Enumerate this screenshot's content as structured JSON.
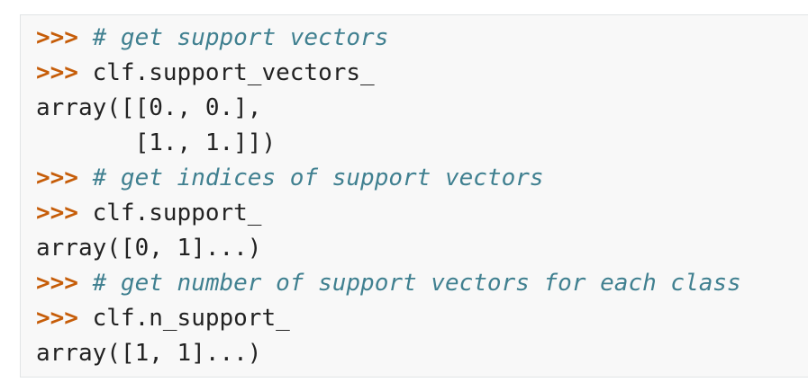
{
  "code": {
    "prompt": ">>>",
    "lines": [
      {
        "type": "comment",
        "text": "# get support vectors"
      },
      {
        "type": "input",
        "text": "clf.support_vectors_"
      },
      {
        "type": "output",
        "text": "array([[0., 0.],"
      },
      {
        "type": "output",
        "text": "       [1., 1.]])"
      },
      {
        "type": "comment",
        "text": "# get indices of support vectors"
      },
      {
        "type": "input",
        "text": "clf.support_"
      },
      {
        "type": "output",
        "text": "array([0, 1]...)"
      },
      {
        "type": "comment",
        "text": "# get number of support vectors for each class"
      },
      {
        "type": "input",
        "text": "clf.n_support_"
      },
      {
        "type": "output",
        "text": "array([1, 1]...)"
      }
    ]
  },
  "colors": {
    "prompt": "#c65d09",
    "comment": "#408090",
    "text": "#222222",
    "background": "#f8f8f8"
  }
}
